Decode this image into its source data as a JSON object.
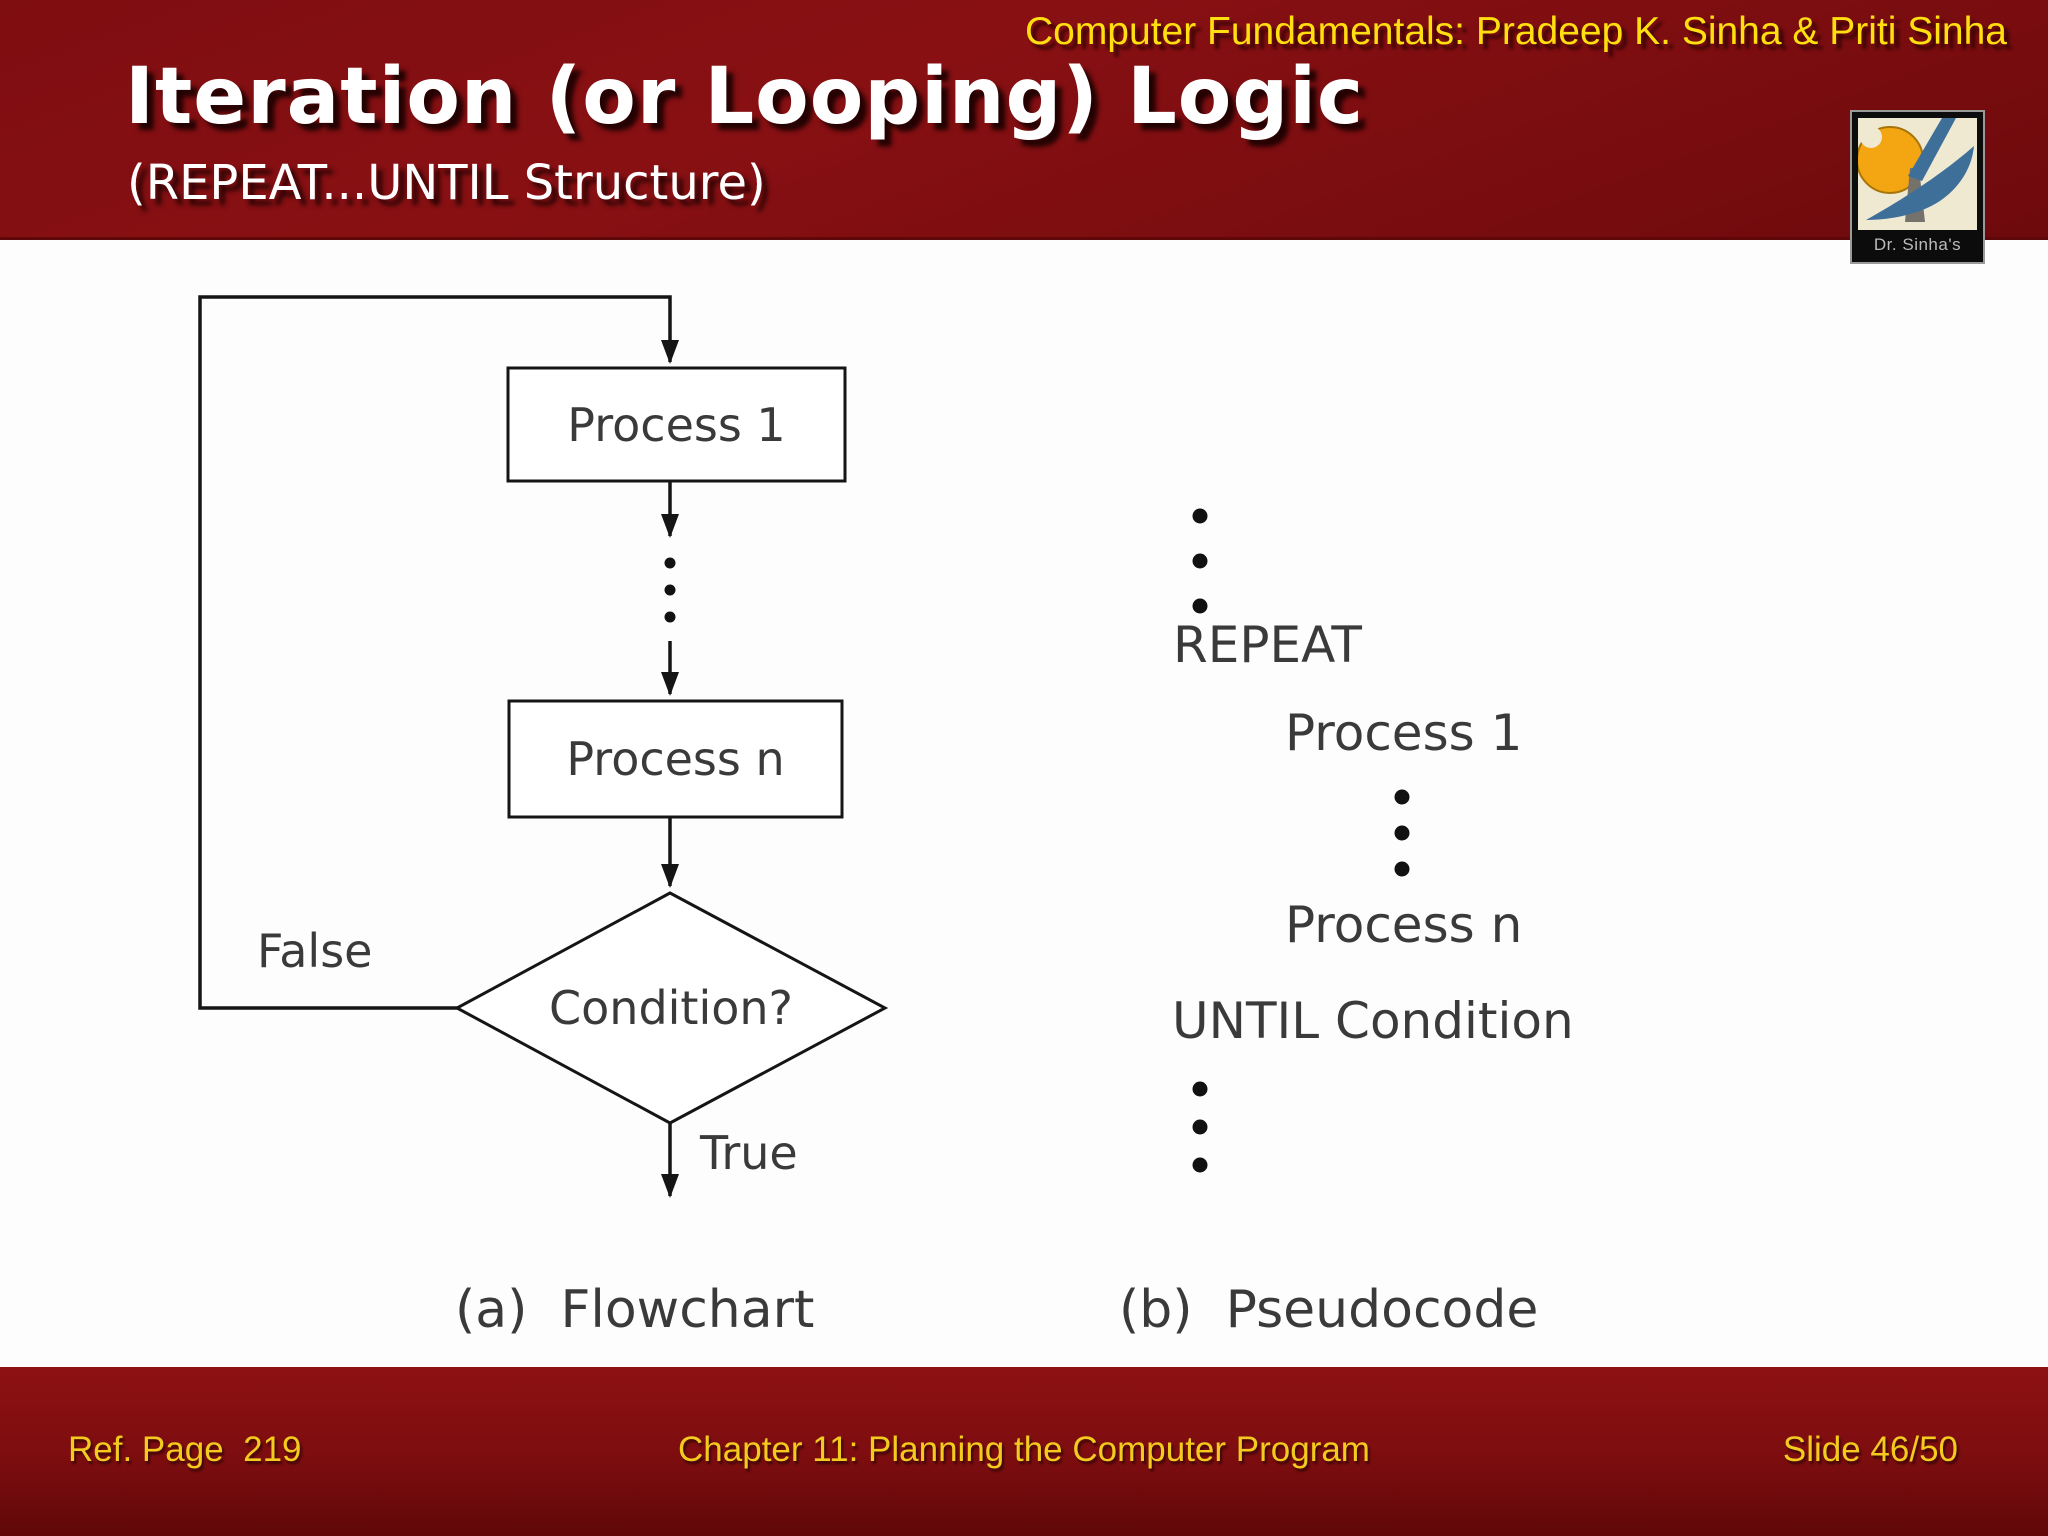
{
  "header": {
    "watermark": "Computer Fundamentals: Pradeep K. Sinha & Priti Sinha",
    "title": "Iteration (or Looping) Logic",
    "subtitle": "(REPEAT...UNTIL Structure)"
  },
  "logo": {
    "caption": "Dr. Sinha's"
  },
  "flowchart": {
    "process1": "Process 1",
    "processn": "Process n",
    "condition": "Condition?",
    "branch_false": "False",
    "branch_true": "True",
    "caption": "(a)  Flowchart"
  },
  "pseudocode": {
    "repeat": "REPEAT",
    "process1": "Process 1",
    "processn": "Process n",
    "until": "UNTIL Condition",
    "caption": "(b)  Pseudocode"
  },
  "footer": {
    "ref": "Ref. Page  219",
    "chapter": "Chapter 11: Planning the Computer Program",
    "slide_number": "Slide 46/50"
  },
  "colors": {
    "maroon": "#7c0d0f",
    "maroon-dark": "#650809",
    "yellow": "#ffdf10",
    "footer-yellow": "#f2cb1e",
    "ink": "#151515",
    "diagram-text": "#3a3a3a",
    "logo-orange": "#f5a81c",
    "logo-blue": "#3d6f99",
    "logo-cream": "#efe9d2"
  }
}
